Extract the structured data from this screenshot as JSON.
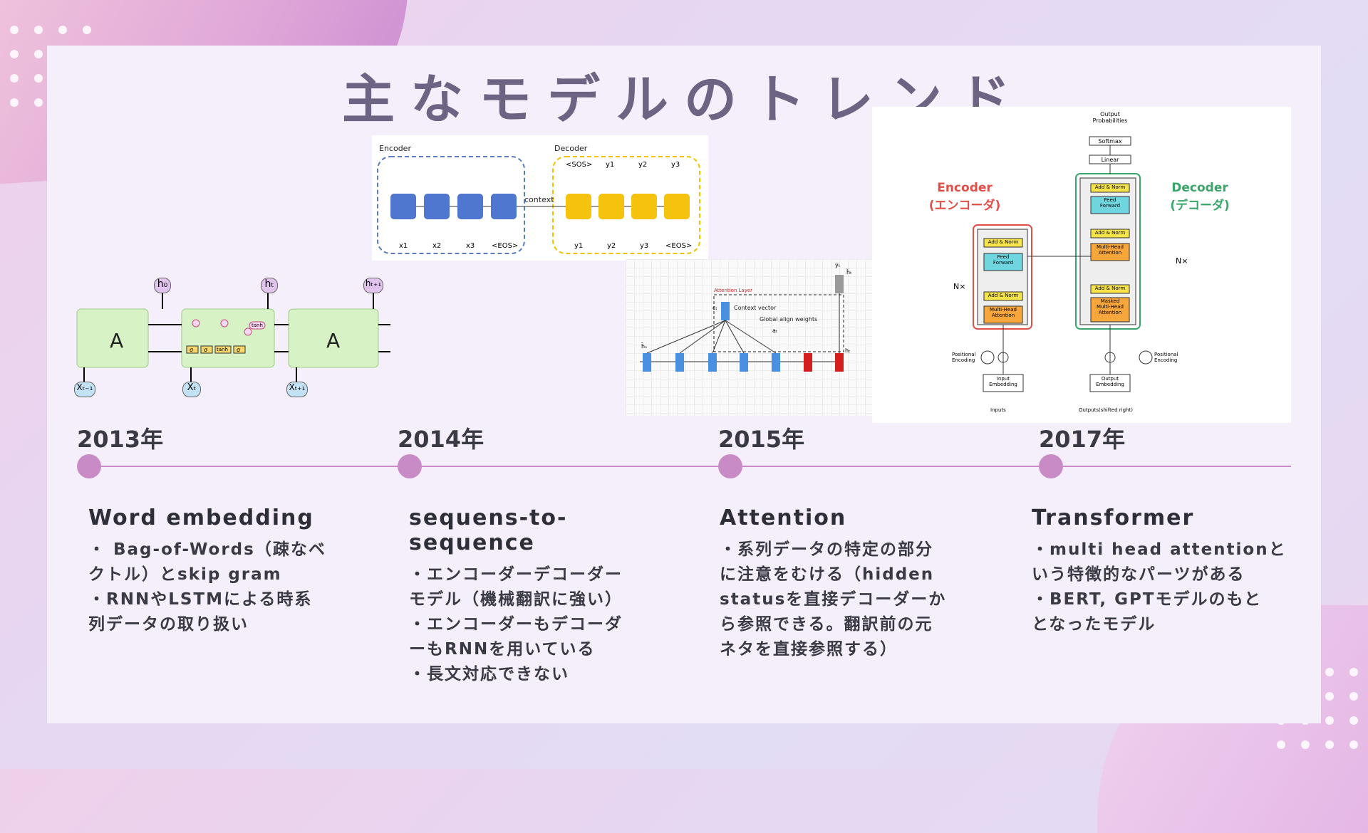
{
  "title": "主なモデルのトレンド",
  "colors": {
    "accent": "#c98bc6",
    "title": "#6d6383",
    "panel": "#f5effb"
  },
  "timeline": [
    {
      "year": "2013年",
      "heading": "Word embedding",
      "body": "・ Bag-of-Words（疎なベ\nクトル）とskip gram\n・RNNやLSTMによる時系\n列データの取り扱い"
    },
    {
      "year": "2014年",
      "heading": "sequens-to-sequence",
      "body": "・エンコーダーデコーダー\nモデル（機械翻訳に強い）\n・エンコーダーもデコーダ\nーもRNNを用いている\n・長文対応できない"
    },
    {
      "year": "2015年",
      "heading": "Attention",
      "body": "・系列データの特定の部分\nに注意をむける（hidden\nstatusを直接デコーダーか\nら参照できる。翻訳前の元\nネタを直接参照する）"
    },
    {
      "year": "2017年",
      "heading": "Transformer",
      "body": "・multi head attentionと\nいう特徴的なパーツがある\n・BERT, GPTモデルのもと\nとなったモデル"
    }
  ],
  "rnn_diagram": {
    "block_label": "A",
    "outputs": [
      "h₀",
      "hₜ",
      "hₜ₊₁"
    ],
    "inputs": [
      "Xₜ₋₁",
      "Xₜ",
      "Xₜ₊₁"
    ],
    "gates": [
      "σ",
      "σ",
      "tanh",
      "σ"
    ],
    "tanh_label": "tanh"
  },
  "seq2seq_diagram": {
    "encoder_label": "Encoder",
    "decoder_label": "Decoder",
    "context_label": "context",
    "encoder_inputs": [
      "x1",
      "x2",
      "x3",
      "<EOS>"
    ],
    "decoder_outputs": [
      "<SOS>",
      "y1",
      "y2",
      "y3"
    ],
    "decoder_inputs": [
      "y1",
      "y2",
      "y3",
      "<EOS>"
    ]
  },
  "attention_diagram": {
    "layer_label": "Attention Layer",
    "context_vector_label": "Context vector",
    "weights_label": "Global align weights",
    "ct": "cₜ",
    "at": "aₜ",
    "ht": "hₜ",
    "hs": "h̄ₛ",
    "yt": "ỹₜ",
    "ht_tilde": "h̃ₜ"
  },
  "transformer_diagram": {
    "output_probabilities": "Output\nProbabilities",
    "softmax": "Softmax",
    "linear": "Linear",
    "encoder_title": "Encoder\n(エンコーダ)",
    "decoder_title": "Decoder\n(デコーダ)",
    "add_norm": "Add & Norm",
    "feed_forward": "Feed\nForward",
    "multi_head": "Multi-Head\nAttention",
    "masked_multi_head": "Masked\nMulti-Head\nAttention",
    "nx": "N×",
    "positional_encoding": "Positional\nEncoding",
    "input_embedding": "Input\nEmbedding",
    "output_embedding": "Output\nEmbedding",
    "inputs": "Inputs",
    "outputs_shifted": "Outputs(shifted right)"
  }
}
